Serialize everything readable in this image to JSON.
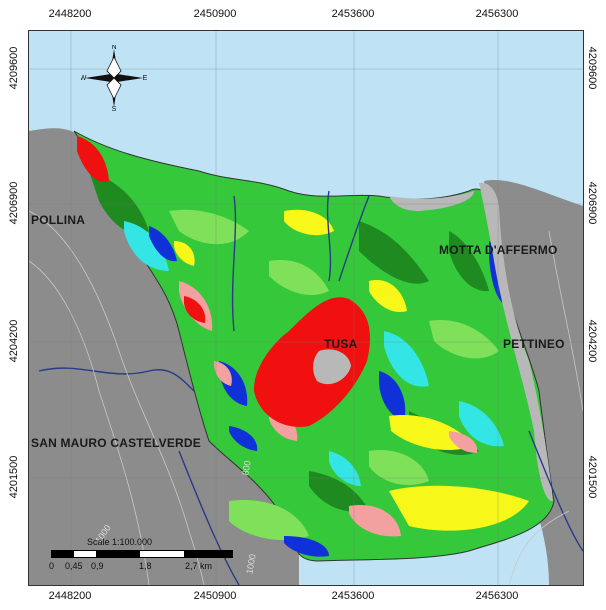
{
  "grid": {
    "x_labels": [
      "2448200",
      "2450900",
      "2453600",
      "2456300"
    ],
    "y_labels": [
      "4209600",
      "4206900",
      "4204200",
      "4201500"
    ]
  },
  "places": {
    "pollina": "POLLINA",
    "motta": "MOTTA D'AFFERMO",
    "tusa": "TUSA",
    "pettineo": "PETTINEO",
    "san_mauro": "SAN MAURO CASTELVERDE"
  },
  "contours": {
    "c800": "800",
    "c1000a": "1000",
    "c1000b": "1000"
  },
  "scale": {
    "title": "Scale 1:100.000",
    "ticks": [
      "0",
      "0,45",
      "0,9",
      "1,8",
      "2,7 km"
    ]
  },
  "compass": {
    "n": "N",
    "s": "S",
    "e": "E",
    "w": "W"
  },
  "colors": {
    "sea": "#bfe3f5",
    "outside_land": "#8c8c8c",
    "dark_green": "#1f8a1f",
    "light_green": "#7fe05a",
    "bright_green": "#35c83a",
    "cyan": "#33e5e5",
    "blue": "#1030d8",
    "red": "#f01010",
    "pink": "#f2a0a0",
    "yellow": "#f7f71a",
    "grey": "#b8b8b8",
    "river": "#2a3a8a"
  }
}
